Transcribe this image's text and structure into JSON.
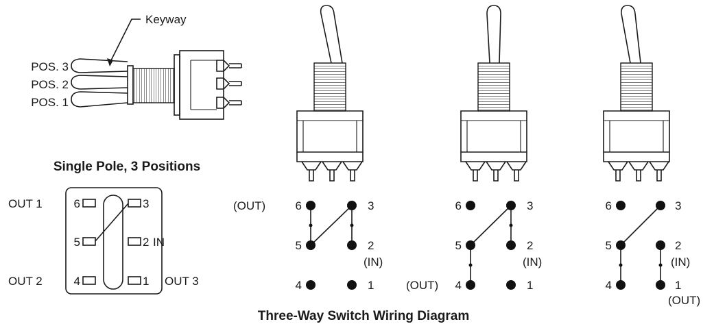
{
  "callouts": {
    "keyway": "Keyway",
    "pos3": "POS. 3",
    "pos2": "POS. 2",
    "pos1": "POS. 1"
  },
  "side_caption": "Single Pole, 3 Positions",
  "pinout": {
    "out1": "OUT 1",
    "out2": "OUT 2",
    "out3": "OUT 3",
    "in": "IN",
    "pins": {
      "p6": "6",
      "p5": "5",
      "p4": "4",
      "p3": "3",
      "p2": "2",
      "p1": "1"
    }
  },
  "wiring": [
    {
      "pins": {
        "p6": "6",
        "p5": "5",
        "p4": "4",
        "p3": "3",
        "p2": "2",
        "p1": "1"
      },
      "p6_prefix": "(OUT)",
      "p2_sub": "(IN)"
    },
    {
      "pins": {
        "p6": "6",
        "p5": "5",
        "p4": "4",
        "p3": "3",
        "p2": "2",
        "p1": "1"
      },
      "p4_prefix": "(OUT)",
      "p2_sub": "(IN)"
    },
    {
      "pins": {
        "p6": "6",
        "p5": "5",
        "p4": "4",
        "p3": "3",
        "p2": "2",
        "p1": "1"
      },
      "p2_sub": "(IN)",
      "p1_sub": "(OUT)"
    }
  ],
  "caption": "Three-Way Switch Wiring Diagram"
}
